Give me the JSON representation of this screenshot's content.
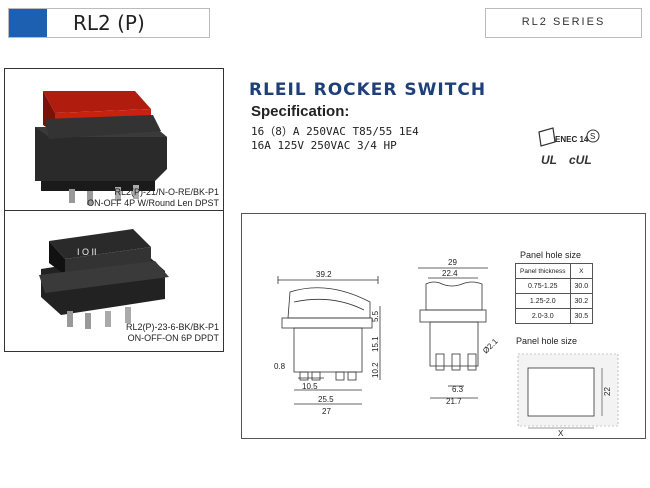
{
  "header": {
    "model": "RL2 (P)",
    "series": "RL2 SERIES",
    "accent_color": "#1d5fb0"
  },
  "products": [
    {
      "part_number": "RL2(P)-21/N-O-RE/BK-P1",
      "description": "ON-OFF 4P  W/Round Len DPST",
      "lens_color": "#c8210f"
    },
    {
      "part_number": "RL2(P)-23-6-BK/BK-P1",
      "description": "ON-OFF-ON 6P DPDT",
      "symbols": "I O II"
    }
  ],
  "product_heading": "RLEIL ROCKER SWITCH",
  "specification": {
    "heading": "Specification:",
    "lines": [
      "16（8）A 250VAC T85/55 1E4",
      "16A 125V 250VAC  3/4  HP"
    ],
    "cert_marks": [
      "ENEC 14",
      "S",
      "UL",
      "cUL"
    ]
  },
  "drawing": {
    "front_dims": {
      "top_width": "39.2",
      "body_width": "25.5",
      "total_width": "27",
      "terminal_pitch": "10.5",
      "side_height": "0.8",
      "right_top": "5.5",
      "right_mid": "15.1",
      "right_low": "10.2"
    },
    "side_dims": {
      "top_width": "29",
      "inner_width": "22.4",
      "terminal_width": "6.3",
      "bottom_width": "21.7",
      "hole": "Ø2.1"
    }
  },
  "panel_table": {
    "title": "Panel hole size",
    "headers": [
      "Panel thickness",
      "X"
    ],
    "rows": [
      [
        "0.75-1.25",
        "30.0"
      ],
      [
        "1.25-2.0",
        "30.2"
      ],
      [
        "2.0-3.0",
        "30.5"
      ]
    ]
  },
  "panel_diagram": {
    "title": "Panel hole size",
    "x_label": "X",
    "y_value": "22"
  }
}
